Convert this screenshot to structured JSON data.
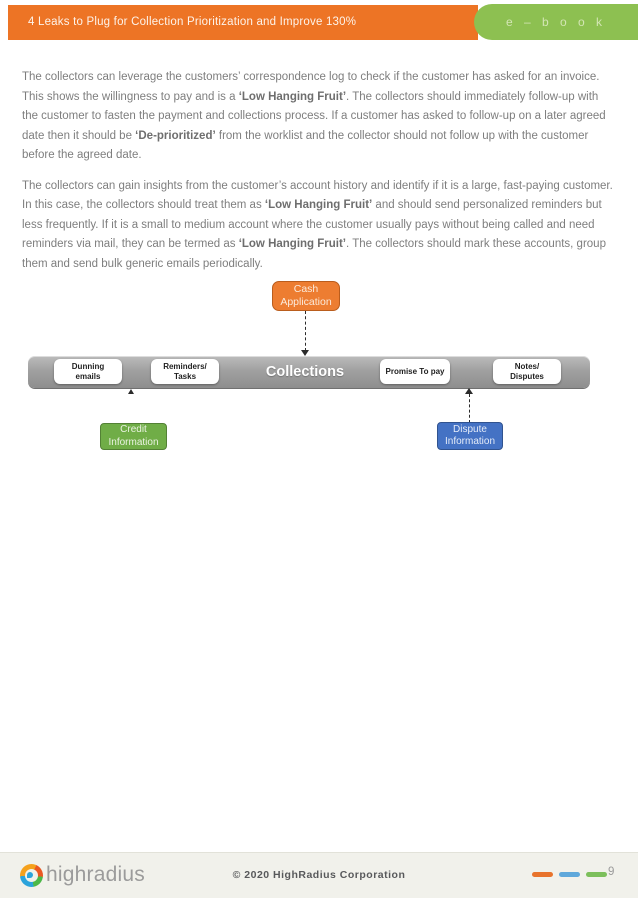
{
  "colors": {
    "header_orange": "#ED7425",
    "badge_green": "#8DC051",
    "cash_box_orange": "#ED7D31",
    "credit_box_green": "#70AD47",
    "dispute_box_blue": "#4472C4",
    "collections_bar_gray": "#9A9A9A",
    "body_text_gray": "#7E7E7E",
    "footer_band": "#F1F1EB",
    "footer_dash_orange": "#E8732C",
    "footer_dash_blue": "#5FA8DB",
    "footer_dash_green": "#7CBF5B"
  },
  "header": {
    "title": "4 Leaks to Plug for Collection Prioritization and Improve 130%",
    "badge": "e – b o o k"
  },
  "paragraphs": [
    {
      "segments": [
        {
          "text": "The collectors can leverage the customers’ correspondence log to check if the customer has asked for an invoice. This shows the willingness to pay and is a ",
          "bold": false
        },
        {
          "text": "‘Low Hanging Fruit’",
          "bold": true
        },
        {
          "text": ". The collectors should immediately follow-up with the customer to fasten the payment and collections process. If a customer has asked to follow-up on a later agreed date then it should be ",
          "bold": false
        },
        {
          "text": "‘De-prioritized’",
          "bold": true
        },
        {
          "text": " from the worklist and the collector should not follow up with the customer before the agreed date.",
          "bold": false
        }
      ]
    },
    {
      "segments": [
        {
          "text": "The collectors can gain insights from the customer’s account history and identify if it is a large, fast-paying customer. In this case, the collectors should treat them as ",
          "bold": false
        },
        {
          "text": "‘Low Hanging Fruit’",
          "bold": true
        },
        {
          "text": " and should send personalized reminders but less frequently. If it is a small to medium account where the customer usually pays without being called and need reminders via mail, they can be termed as ",
          "bold": false
        },
        {
          "text": "‘Low Hanging Fruit’",
          "bold": true
        },
        {
          "text": ". The collectors should mark these accounts, group them and send bulk generic emails periodically.",
          "bold": false
        }
      ]
    }
  ],
  "diagram": {
    "cash_box": {
      "label": "Cash\nApplication"
    },
    "collections_label": "Collections",
    "bar_items": [
      {
        "label": "Dunning\nemails"
      },
      {
        "label": "Reminders/\nTasks"
      },
      {
        "label": "Promise To pay"
      },
      {
        "label": "Notes/\nDisputes"
      }
    ],
    "credit_box": {
      "label": "Credit\nInformation"
    },
    "dispute_box": {
      "label": "Dispute\nInformation"
    }
  },
  "footer": {
    "logo_text": "highradius",
    "copyright": "© 2020 HighRadius  Corporation",
    "page_number": "9"
  }
}
